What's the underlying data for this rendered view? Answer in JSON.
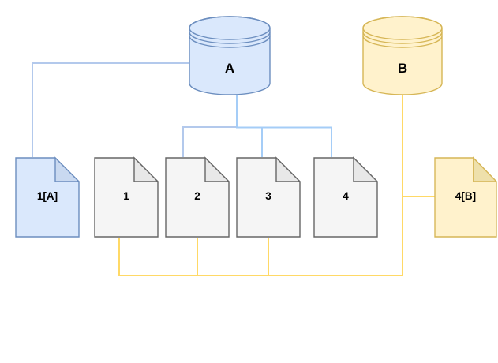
{
  "canvas": {
    "background": "#ffffff"
  },
  "diagram": {
    "databases": [
      {
        "id": "A",
        "label": "A",
        "fill": "#dae8fc",
        "stroke": "#6c8ebf"
      },
      {
        "id": "B",
        "label": "B",
        "fill": "#fff2cc",
        "stroke": "#d6b656"
      }
    ],
    "documents": [
      {
        "id": "1[A]",
        "label": "1[A]",
        "fill": "#dae8fc",
        "fold": "#c9d9f0",
        "stroke": "#6c8ebf"
      },
      {
        "id": "1",
        "label": "1",
        "fill": "#f5f5f5",
        "fold": "#e8e8e8",
        "stroke": "#666666"
      },
      {
        "id": "2",
        "label": "2",
        "fill": "#f5f5f5",
        "fold": "#e8e8e8",
        "stroke": "#666666"
      },
      {
        "id": "3",
        "label": "3",
        "fill": "#f5f5f5",
        "fold": "#e8e8e8",
        "stroke": "#666666"
      },
      {
        "id": "4",
        "label": "4",
        "fill": "#f5f5f5",
        "fold": "#e8e8e8",
        "stroke": "#666666"
      },
      {
        "id": "4[B]",
        "label": "4[B]",
        "fill": "#fff2cc",
        "fold": "#eee0ab",
        "stroke": "#d6b656"
      }
    ],
    "connector_colors": {
      "blue_muted": "#b3c9ec",
      "blue_bright": "#a5cdf7",
      "yellow": "#ffd966"
    }
  }
}
